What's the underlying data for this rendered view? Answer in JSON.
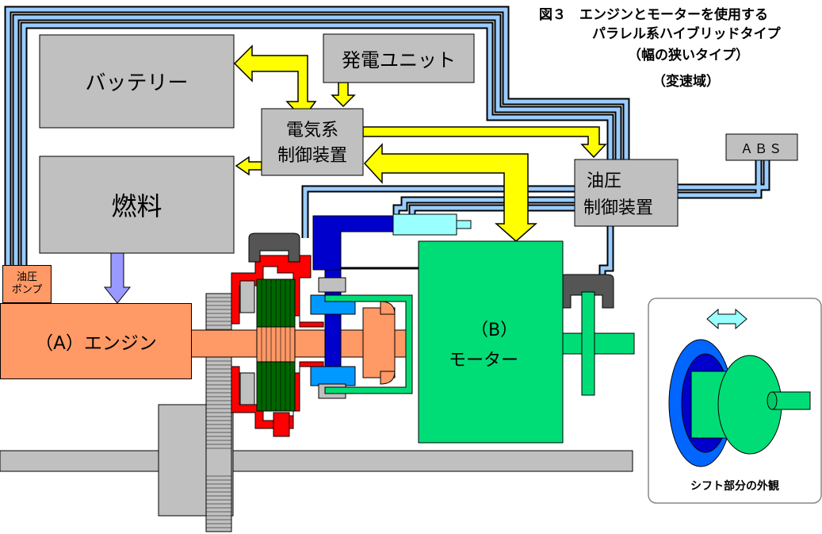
{
  "title": {
    "line1": "図３　エンジンとモーターを使用する",
    "line2": "パラレル系ハイブリッドタイプ",
    "line3": "（幅の狭いタイプ）",
    "line4": "（変速域）"
  },
  "blocks": {
    "battery": "バッテリー",
    "generator": "発電ユニット",
    "electric_controller_1": "電気系",
    "electric_controller_2": "制御装置",
    "fuel": "燃料",
    "hydraulic_controller_1": "油圧",
    "hydraulic_controller_2": "制御装置",
    "abs": "ＡＢＳ",
    "oil_pump_1": "油圧",
    "oil_pump_2": "ポンプ",
    "engine": "（A）エンジン",
    "motor_1": "（B）",
    "motor_2": "モーター"
  },
  "inset": {
    "caption": "シフト部分の外観"
  },
  "colors": {
    "hydraulic_line": "#99ccff",
    "power_arrow": "#ffff00",
    "fuel_arrow": "#9999ff",
    "engine": "#ff9966",
    "motor": "#00dd77",
    "clutch_housing": "#ff0000",
    "actuator": "#0000cc",
    "box_gray": "#c0c0c0"
  }
}
